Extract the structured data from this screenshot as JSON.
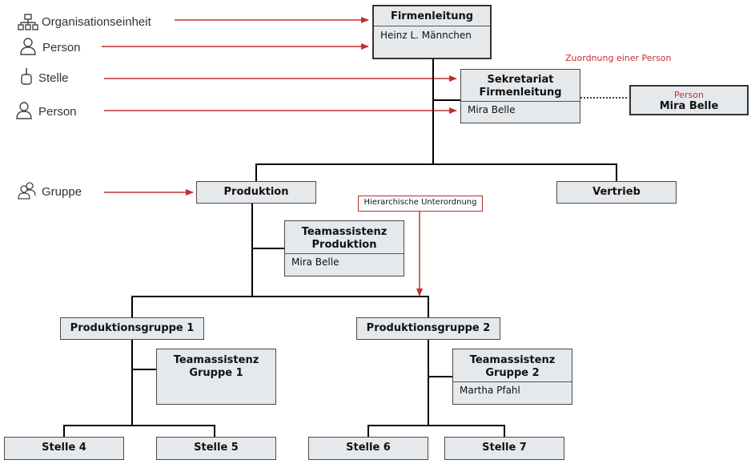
{
  "legend": {
    "org_unit": "Organisationseinheit",
    "person1": "Person",
    "position": "Stelle",
    "person2": "Person",
    "group": "Gruppe"
  },
  "annotations": {
    "person_assignment": "Zuordnung einer Person",
    "hierarchy": "Hierarchische Unterordnung"
  },
  "nodes": {
    "firmenleitung": {
      "title": "Firmenleitung",
      "person": "Heinz L. Männchen"
    },
    "sekretariat": {
      "title_line1": "Sekretariat",
      "title_line2": "Firmenleitung",
      "person": "Mira Belle"
    },
    "person_card": {
      "label": "Person",
      "name": "Mira Belle"
    },
    "produktion": {
      "title": "Produktion"
    },
    "vertrieb": {
      "title": "Vertrieb"
    },
    "ta_produktion": {
      "title_line1": "Teamassistenz",
      "title_line2": "Produktion",
      "person": "Mira Belle"
    },
    "pg1": {
      "title": "Produktionsgruppe 1"
    },
    "pg2": {
      "title": "Produktionsgruppe 2"
    },
    "ta_gruppe1": {
      "title_line1": "Teamassistenz",
      "title_line2": "Gruppe 1"
    },
    "ta_gruppe2": {
      "title_line1": "Teamassistenz",
      "title_line2": "Gruppe 2",
      "person": "Martha Pfahl"
    },
    "stelle4": {
      "title": "Stelle 4"
    },
    "stelle5": {
      "title": "Stelle 5"
    },
    "stelle6": {
      "title": "Stelle 6"
    },
    "stelle7": {
      "title": "Stelle 7"
    }
  },
  "colors": {
    "arrow": "#c0302e",
    "box_fill": "#e6e9ec",
    "line": "#000000"
  }
}
